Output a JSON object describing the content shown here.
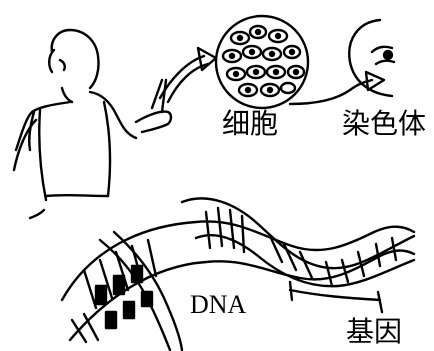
{
  "labels": {
    "cell": "细胞",
    "chromosome": "染色体",
    "dna": "DNA",
    "gene": "基因"
  },
  "icons": {
    "person": "person-holding-icon",
    "cell": "cell-cluster-icon",
    "chromosome": "chromosome-icon",
    "dna": "dna-double-helix-icon",
    "gene": "gene-bracket-icon",
    "arrow": "curved-arrow-icon"
  },
  "colors": {
    "ink": "#000000",
    "paper": "#ffffff"
  }
}
